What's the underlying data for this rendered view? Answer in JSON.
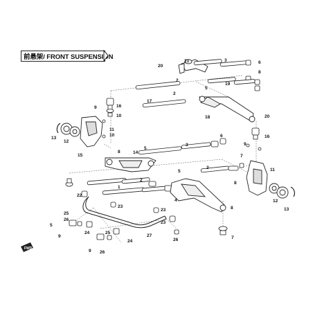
{
  "diagram": {
    "title": "前悬架/ FRONT SUSPENSION",
    "forward_marker": "FWD",
    "callouts": [
      {
        "id": "c20a",
        "text": "20"
      },
      {
        "id": "c21",
        "text": "21"
      },
      {
        "id": "c3a",
        "text": "3"
      },
      {
        "id": "c6a",
        "text": "6"
      },
      {
        "id": "c8a",
        "text": "8"
      },
      {
        "id": "c19",
        "text": "19"
      },
      {
        "id": "c2a",
        "text": "2"
      },
      {
        "id": "c17",
        "text": "17"
      },
      {
        "id": "c5a",
        "text": "5"
      },
      {
        "id": "c2b",
        "text": "2"
      },
      {
        "id": "c18",
        "text": "18"
      },
      {
        "id": "c20b",
        "text": "20"
      },
      {
        "id": "c16a",
        "text": "16"
      },
      {
        "id": "c9a",
        "text": "9"
      },
      {
        "id": "c10a",
        "text": "10"
      },
      {
        "id": "c13a",
        "text": "13"
      },
      {
        "id": "c12a",
        "text": "12"
      },
      {
        "id": "c11a",
        "text": "11"
      },
      {
        "id": "c10b",
        "text": "10"
      },
      {
        "id": "c15",
        "text": "15"
      },
      {
        "id": "c8b",
        "text": "8"
      },
      {
        "id": "c14",
        "text": "14"
      },
      {
        "id": "c5b",
        "text": "5"
      },
      {
        "id": "c3b",
        "text": "3"
      },
      {
        "id": "c6b",
        "text": "6"
      },
      {
        "id": "c16b",
        "text": "16"
      },
      {
        "id": "c9b",
        "text": "9"
      },
      {
        "id": "c7a",
        "text": "7"
      },
      {
        "id": "c5c",
        "text": "5"
      },
      {
        "id": "c11b",
        "text": "11"
      },
      {
        "id": "c8c",
        "text": "8"
      },
      {
        "id": "c2c",
        "text": "2"
      },
      {
        "id": "c1",
        "text": "1"
      },
      {
        "id": "c2d",
        "text": "2"
      },
      {
        "id": "c22",
        "text": "22"
      },
      {
        "id": "c23a",
        "text": "23"
      },
      {
        "id": "c4",
        "text": "4"
      },
      {
        "id": "c8d",
        "text": "8"
      },
      {
        "id": "c12b",
        "text": "12"
      },
      {
        "id": "c13b",
        "text": "13"
      },
      {
        "id": "c25a",
        "text": "25"
      },
      {
        "id": "c26a",
        "text": "26"
      },
      {
        "id": "c5d",
        "text": "5"
      },
      {
        "id": "c24a",
        "text": "24"
      },
      {
        "id": "c9c",
        "text": "9"
      },
      {
        "id": "c23b",
        "text": "23"
      },
      {
        "id": "c23c",
        "text": "23"
      },
      {
        "id": "c27",
        "text": "27"
      },
      {
        "id": "c7b",
        "text": "7"
      },
      {
        "id": "c25b",
        "text": "25"
      },
      {
        "id": "c24b",
        "text": "24"
      },
      {
        "id": "c26b",
        "text": "26"
      },
      {
        "id": "c9d",
        "text": "9"
      },
      {
        "id": "c28",
        "text": "26"
      }
    ]
  }
}
